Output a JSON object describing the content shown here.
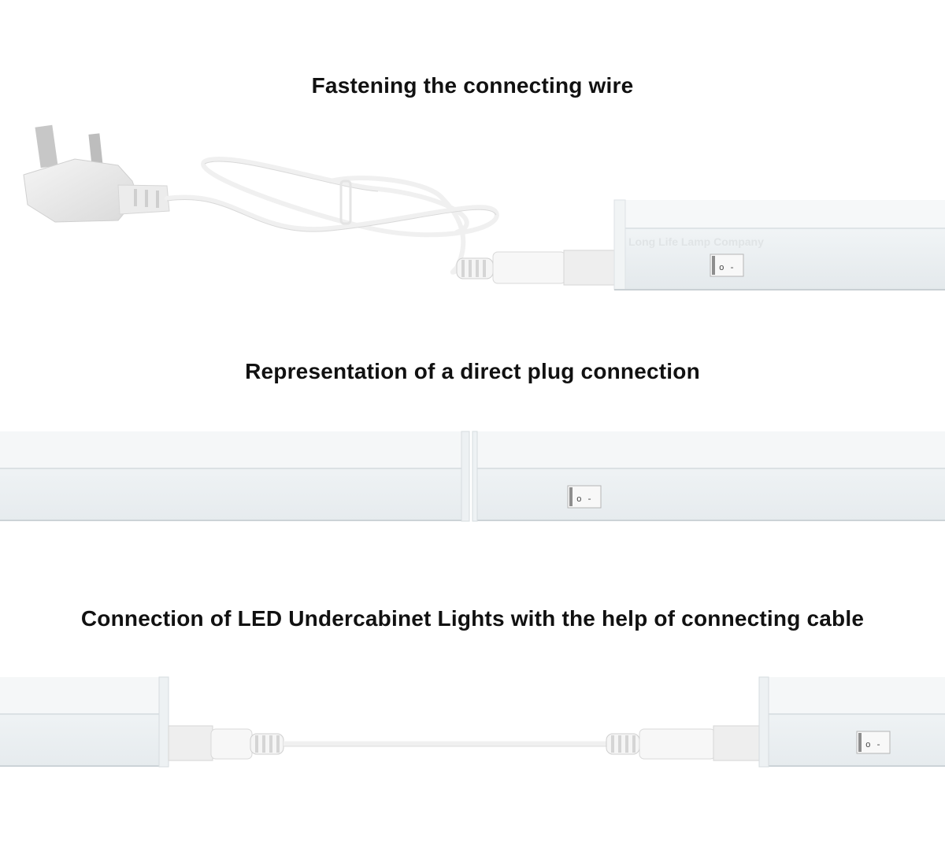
{
  "sections": [
    {
      "title": "Fastening the connecting wire"
    },
    {
      "title": "Representation of a direct plug connection"
    },
    {
      "title": "Connection of LED Undercabinet Lights with the help of connecting cable"
    }
  ],
  "watermark": "Long Life Lamp Company",
  "switch_label": "o -",
  "colors": {
    "background": "#ffffff",
    "fixture_top": "#f4f6f7",
    "fixture_face": "#ecf0f2",
    "fixture_shadow": "#d3d9dc",
    "cable": "#f2f2f2",
    "plug_pin": "#b9b9b9",
    "plug_fuse": "#d0453f"
  }
}
